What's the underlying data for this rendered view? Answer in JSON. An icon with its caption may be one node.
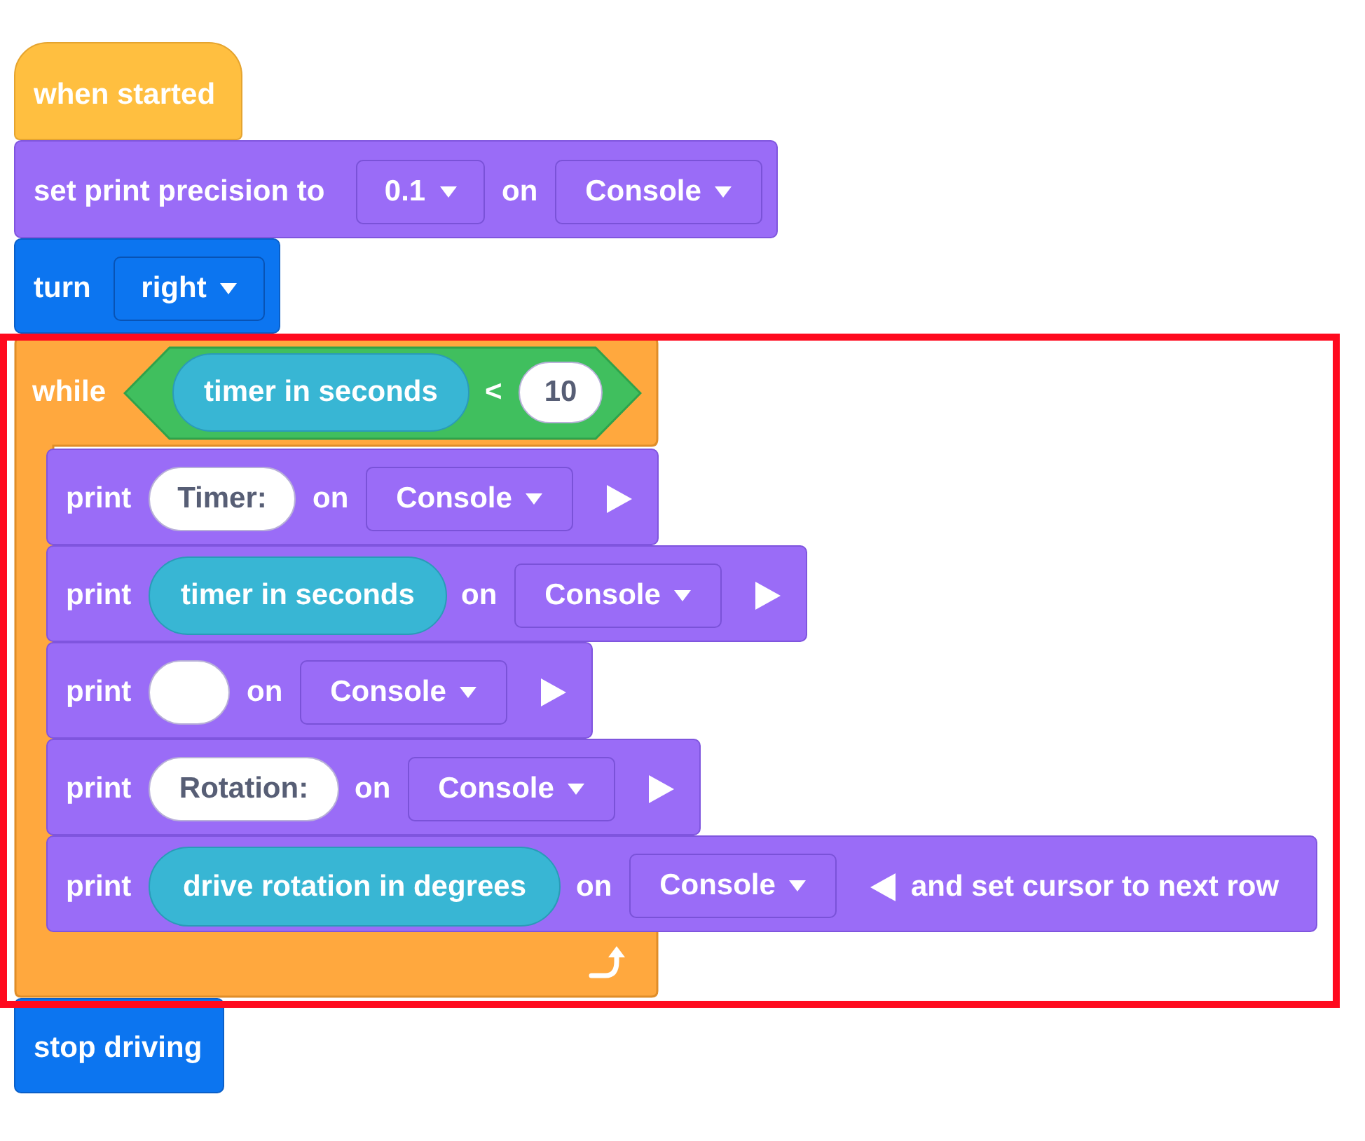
{
  "diagram": {
    "nodes": [
      {
        "text": [
          "when started"
        ]
      },
      {
        "text": [
          "set print precision to",
          "on"
        ]
      },
      {
        "text": [
          "0.1"
        ],
        "in": 1
      },
      {
        "text": [
          "Console"
        ],
        "in": 1
      },
      {
        "text": [
          "turn"
        ]
      },
      {
        "text": [
          "right"
        ],
        "in": 4
      },
      {
        "text": [
          "while"
        ]
      },
      {
        "text": [
          "<"
        ],
        "in": 6
      },
      {
        "text": [
          "timer in seconds"
        ],
        "in": 7
      },
      {
        "text": [
          "10"
        ],
        "in": 7
      },
      {
        "text": [
          "print",
          "on"
        ],
        "in": 6
      },
      {
        "text": [
          "Timer:"
        ],
        "in": 10
      },
      {
        "text": [
          "Console"
        ],
        "in": 10
      },
      {
        "text": [
          "print",
          "on"
        ]
      },
      {
        "text": [
          "timer in seconds"
        ],
        "in": 13
      },
      {
        "text": [
          "Console"
        ],
        "in": 13
      },
      {
        "text": [
          "print",
          "on"
        ],
        "in": 6
      },
      {
        "text": [],
        "shape": "box",
        "in": 16
      },
      {
        "text": [
          "Console"
        ],
        "in": 16
      },
      {
        "text": [
          "print",
          "on"
        ],
        "in": 6
      },
      {
        "text": [
          "Rotation:"
        ],
        "in": 19
      },
      {
        "text": [
          "Console"
        ],
        "in": 19
      },
      {
        "text": [
          "print",
          "on",
          "and set cursor to next row"
        ]
      },
      {
        "text": [
          "drive rotation in degrees"
        ],
        "in": 22
      },
      {
        "text": [
          "Console"
        ],
        "in": 22
      },
      {
        "text": [
          "stop driving"
        ]
      }
    ]
  }
}
